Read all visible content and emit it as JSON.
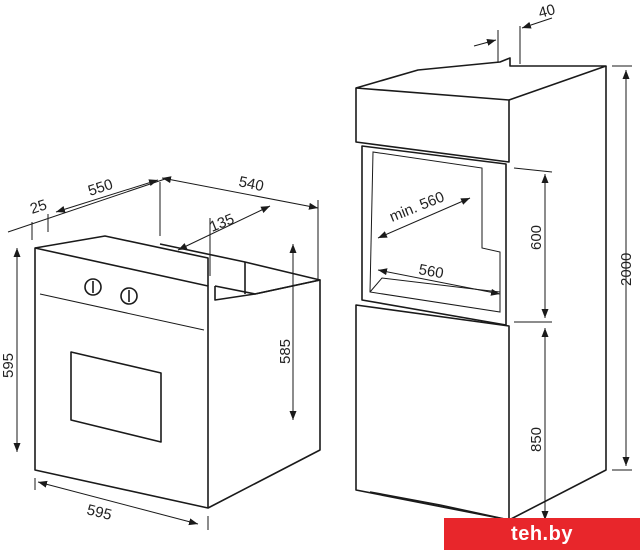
{
  "diagram": {
    "labels": {
      "d25": "25",
      "d550": "550",
      "d540": "540",
      "d135": "135",
      "d595_height": "595",
      "d585": "585",
      "d595_width": "595",
      "d40": "40",
      "d_min560": "min. 560",
      "d560": "560",
      "d600": "600",
      "d2000": "2000",
      "d850": "850"
    }
  },
  "watermark": {
    "text": "teh.by",
    "color": "#e8262b"
  }
}
